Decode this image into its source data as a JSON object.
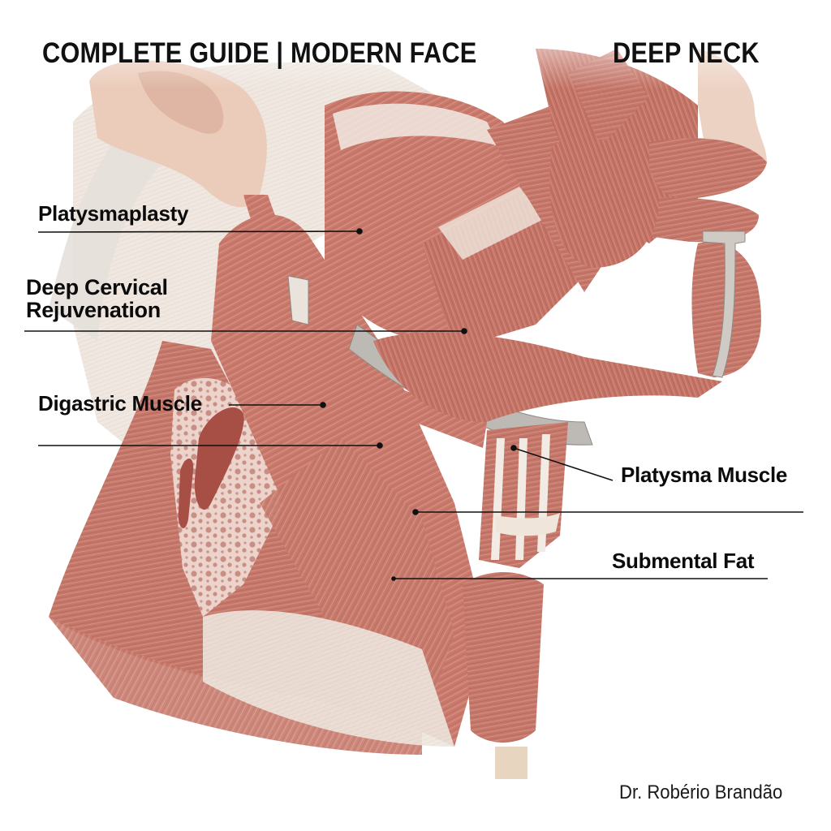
{
  "header": {
    "title_left": "COMPLETE GUIDE | MODERN FACE",
    "title_right": "DEEP NECK"
  },
  "labels": [
    {
      "id": "platysmaplasty",
      "text": "Platysmaplasty"
    },
    {
      "id": "deep-cervical-rejuvenation",
      "line1": "Deep Cervical",
      "line2": "Rejuvenation"
    },
    {
      "id": "digastric-muscle",
      "text": "Digastric Muscle"
    },
    {
      "id": "platysma-muscle",
      "text": "Platysma Muscle"
    },
    {
      "id": "submental-fat",
      "text": "Submental Fat"
    }
  ],
  "footer": {
    "credit": "Dr. Robério Brandão"
  },
  "colors": {
    "muscle": "#c97a6c",
    "muscle_dark": "#9e4d43",
    "muscle_light": "#e2a99c",
    "tendon": "#efe9e2",
    "fascia_gray": "#b9b6b1",
    "skin": "#ecc9b6",
    "text": "#0b0b0b",
    "background": "#ffffff"
  }
}
